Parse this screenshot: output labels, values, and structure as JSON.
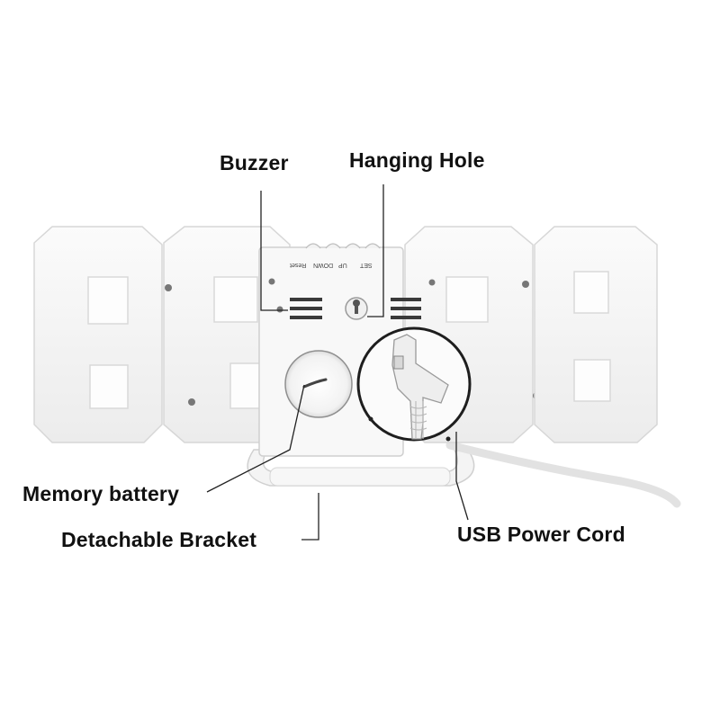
{
  "labels": {
    "buzzer": "Buzzer",
    "hanging_hole": "Hanging Hole",
    "memory_battery": "Memory battery",
    "detachable_bracket": "Detachable Bracket",
    "usb_power_cord": "USB Power Cord"
  },
  "back_buttons": [
    "SET",
    "UP",
    "DOWN",
    "Reset"
  ],
  "colors": {
    "body": "#f7f7f7",
    "window": "#fdfdfd",
    "edge": "#d9d9d9",
    "line": "#222222",
    "label": "#111111"
  }
}
